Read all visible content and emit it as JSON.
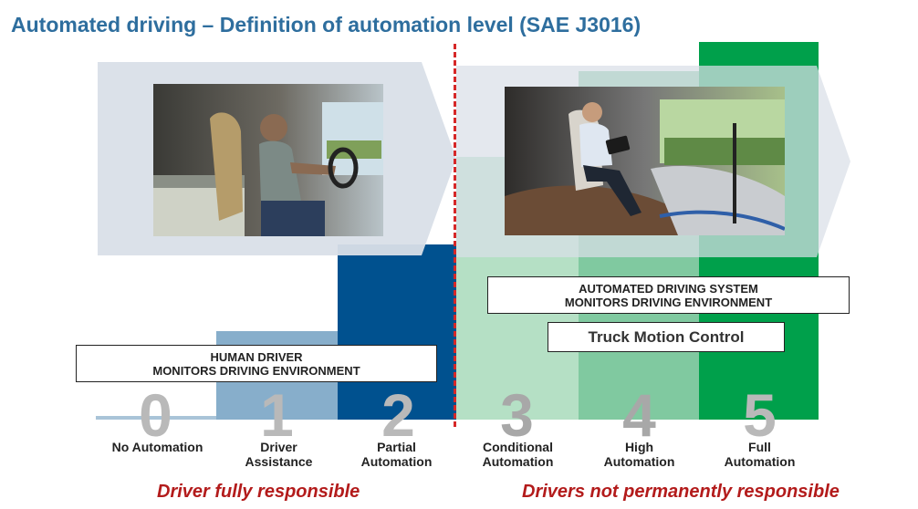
{
  "title": "Automated driving – Definition of automation level (SAE J3016)",
  "colors": {
    "title": "#2e6e9e",
    "level1": "#87aecb",
    "level2": "#00518f",
    "level3": "#b5e0c5",
    "level4": "#80c9a0",
    "level5": "#00a04b",
    "chevron": "#d9dfe8",
    "divider": "#d62828",
    "responsible_text": "#b31b1b"
  },
  "levels": [
    {
      "number": "0",
      "line1": "No Automation",
      "line2": ""
    },
    {
      "number": "1",
      "line1": "Driver",
      "line2": "Assistance"
    },
    {
      "number": "2",
      "line1": "Partial",
      "line2": "Automation"
    },
    {
      "number": "3",
      "line1": "Conditional",
      "line2": "Automation"
    },
    {
      "number": "4",
      "line1": "High",
      "line2": "Automation"
    },
    {
      "number": "5",
      "line1": "Full",
      "line2": "Automation"
    }
  ],
  "human_box": {
    "line1": "HUMAN DRIVER",
    "line2": "MONITORS DRIVING ENVIRONMENT"
  },
  "system_box": {
    "line1": "AUTOMATED DRIVING SYSTEM",
    "line2": "MONITORS DRIVING ENVIRONMENT"
  },
  "truck_box": "Truck Motion Control",
  "responsibility": {
    "left": "Driver fully responsible",
    "right": "Drivers not permanently responsible"
  },
  "icons": {
    "left_chevron": "arrow-chevron-icon",
    "right_chevron": "arrow-chevron-icon"
  }
}
